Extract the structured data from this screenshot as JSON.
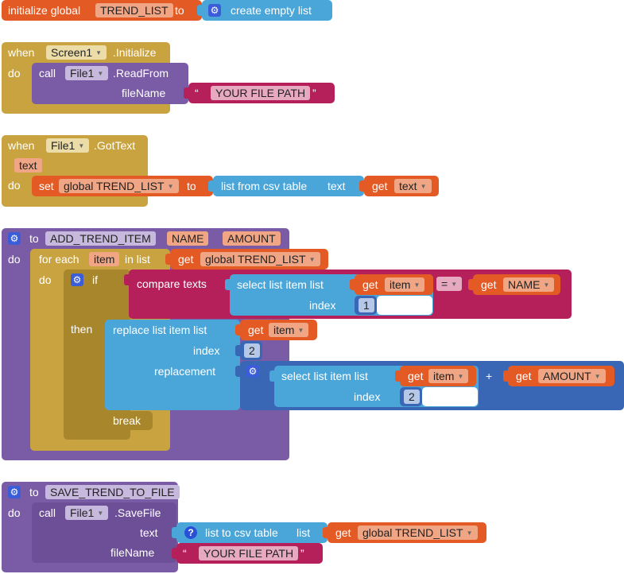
{
  "init": {
    "label": "initialize global",
    "var_name": "TREND_LIST",
    "to": "to",
    "value": "create empty list"
  },
  "screen_init": {
    "when": "when",
    "component": "Screen1",
    "event": ".Initialize",
    "do": "do",
    "call": "call",
    "file": "File1",
    "method": ".ReadFrom",
    "param": "fileName",
    "path": "YOUR FILE PATH",
    "q_open": "“",
    "q_close": "”"
  },
  "got_text": {
    "when": "when",
    "component": "File1",
    "event": ".GotText",
    "param": "text",
    "do": "do",
    "set": "set",
    "target": "global TREND_LIST",
    "to": "to",
    "func": "list from csv table",
    "func_param": "text",
    "get": "get",
    "get_var": "text"
  },
  "add_proc": {
    "to": "to",
    "name": "ADD_TREND_ITEM",
    "arg1": "NAME",
    "arg2": "AMOUNT",
    "do": "do",
    "for_each": "for each",
    "item": "item",
    "in_list": "in list",
    "get": "get",
    "list_var": "global TREND_LIST",
    "do2": "do",
    "if": "if",
    "compare": "compare texts",
    "select": "select list item  list",
    "item_var": "item",
    "index": "index",
    "idx1": "1",
    "op": "=",
    "name_var": "NAME",
    "then": "then",
    "replace": "replace list item  list",
    "idx2": "2",
    "replacement": "replacement",
    "select2": "select list item  list",
    "plus": "+",
    "amount_var": "AMOUNT",
    "break": "break"
  },
  "save_proc": {
    "to": "to",
    "name": "SAVE_TREND_TO_FILE",
    "do": "do",
    "call": "call",
    "file": "File1",
    "method": ".SaveFile",
    "text": "text",
    "func": "list to csv table",
    "func_param": "list",
    "get": "get",
    "list_var": "global TREND_LIST",
    "param2": "fileName",
    "path": "YOUR FILE PATH",
    "q_open": "“",
    "q_close": "”"
  }
}
